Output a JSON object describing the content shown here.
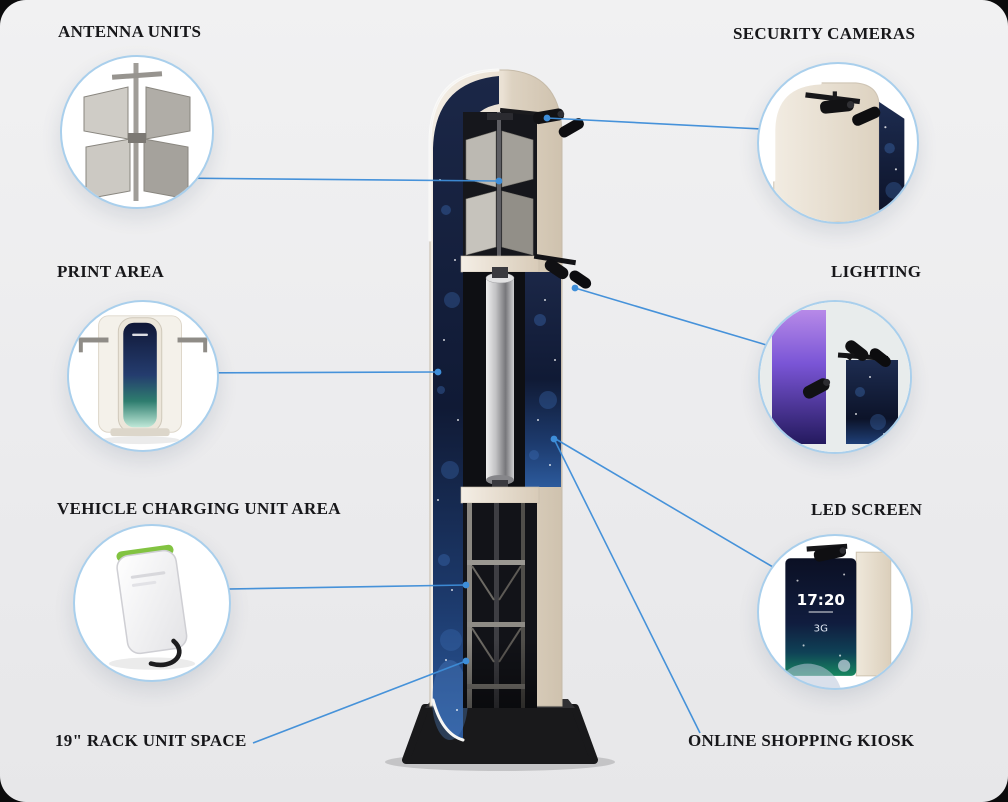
{
  "callouts": {
    "antenna_units": {
      "label": "ANTENNA UNITS"
    },
    "security_cameras": {
      "label": "SECURITY CAMERAS"
    },
    "print_area": {
      "label": "PRINT AREA"
    },
    "lighting": {
      "label": "LIGHTING"
    },
    "vehicle_charging": {
      "label": "VEHICLE CHARGING UNIT AREA"
    },
    "led_screen": {
      "label": "LED SCREEN"
    },
    "rack_unit": {
      "label": "19\" RACK UNIT SPACE"
    },
    "online_kiosk": {
      "label": "ONLINE SHOPPING KIOSK"
    }
  },
  "led_display": {
    "time": "17:20",
    "network": "3G"
  },
  "colors": {
    "accent": "#3e8ed9",
    "bubble_border": "#a9cfec",
    "panel_background": "#ebebed",
    "tower_cream": "#e8dfd2",
    "galaxy_navy": "#14203f"
  }
}
